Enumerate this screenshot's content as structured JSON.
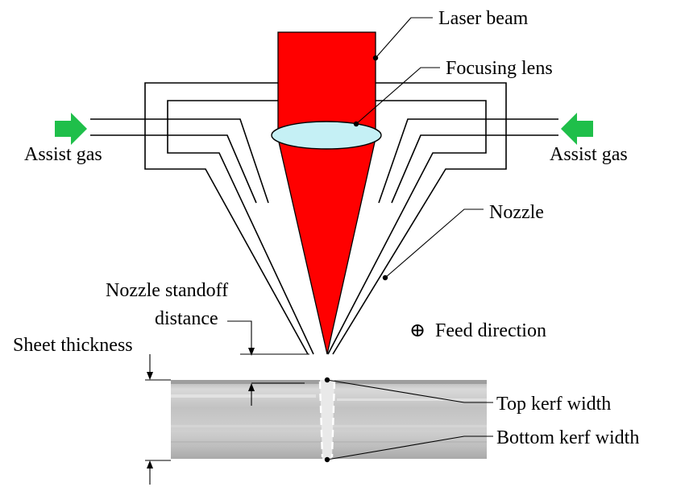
{
  "labels": {
    "laser_beam": "Laser beam",
    "focusing_lens": "Focusing lens",
    "assist_gas_left": "Assist gas",
    "assist_gas_right": "Assist gas",
    "nozzle": "Nozzle",
    "nozzle_standoff_line1": "Nozzle standoff",
    "nozzle_standoff_line2": "distance",
    "feed_direction": "Feed direction",
    "sheet_thickness": "Sheet thickness",
    "top_kerf_width": "Top kerf width",
    "bottom_kerf_width": "Bottom kerf width"
  },
  "symbols": {
    "feed_direction_icon": "⊕"
  },
  "colors": {
    "laser_beam": "#ff0000",
    "focusing_lens": "#c5f0f5",
    "assist_gas_arrow": "#1fbf4a",
    "sheet_metal": "#c6c6c6"
  }
}
